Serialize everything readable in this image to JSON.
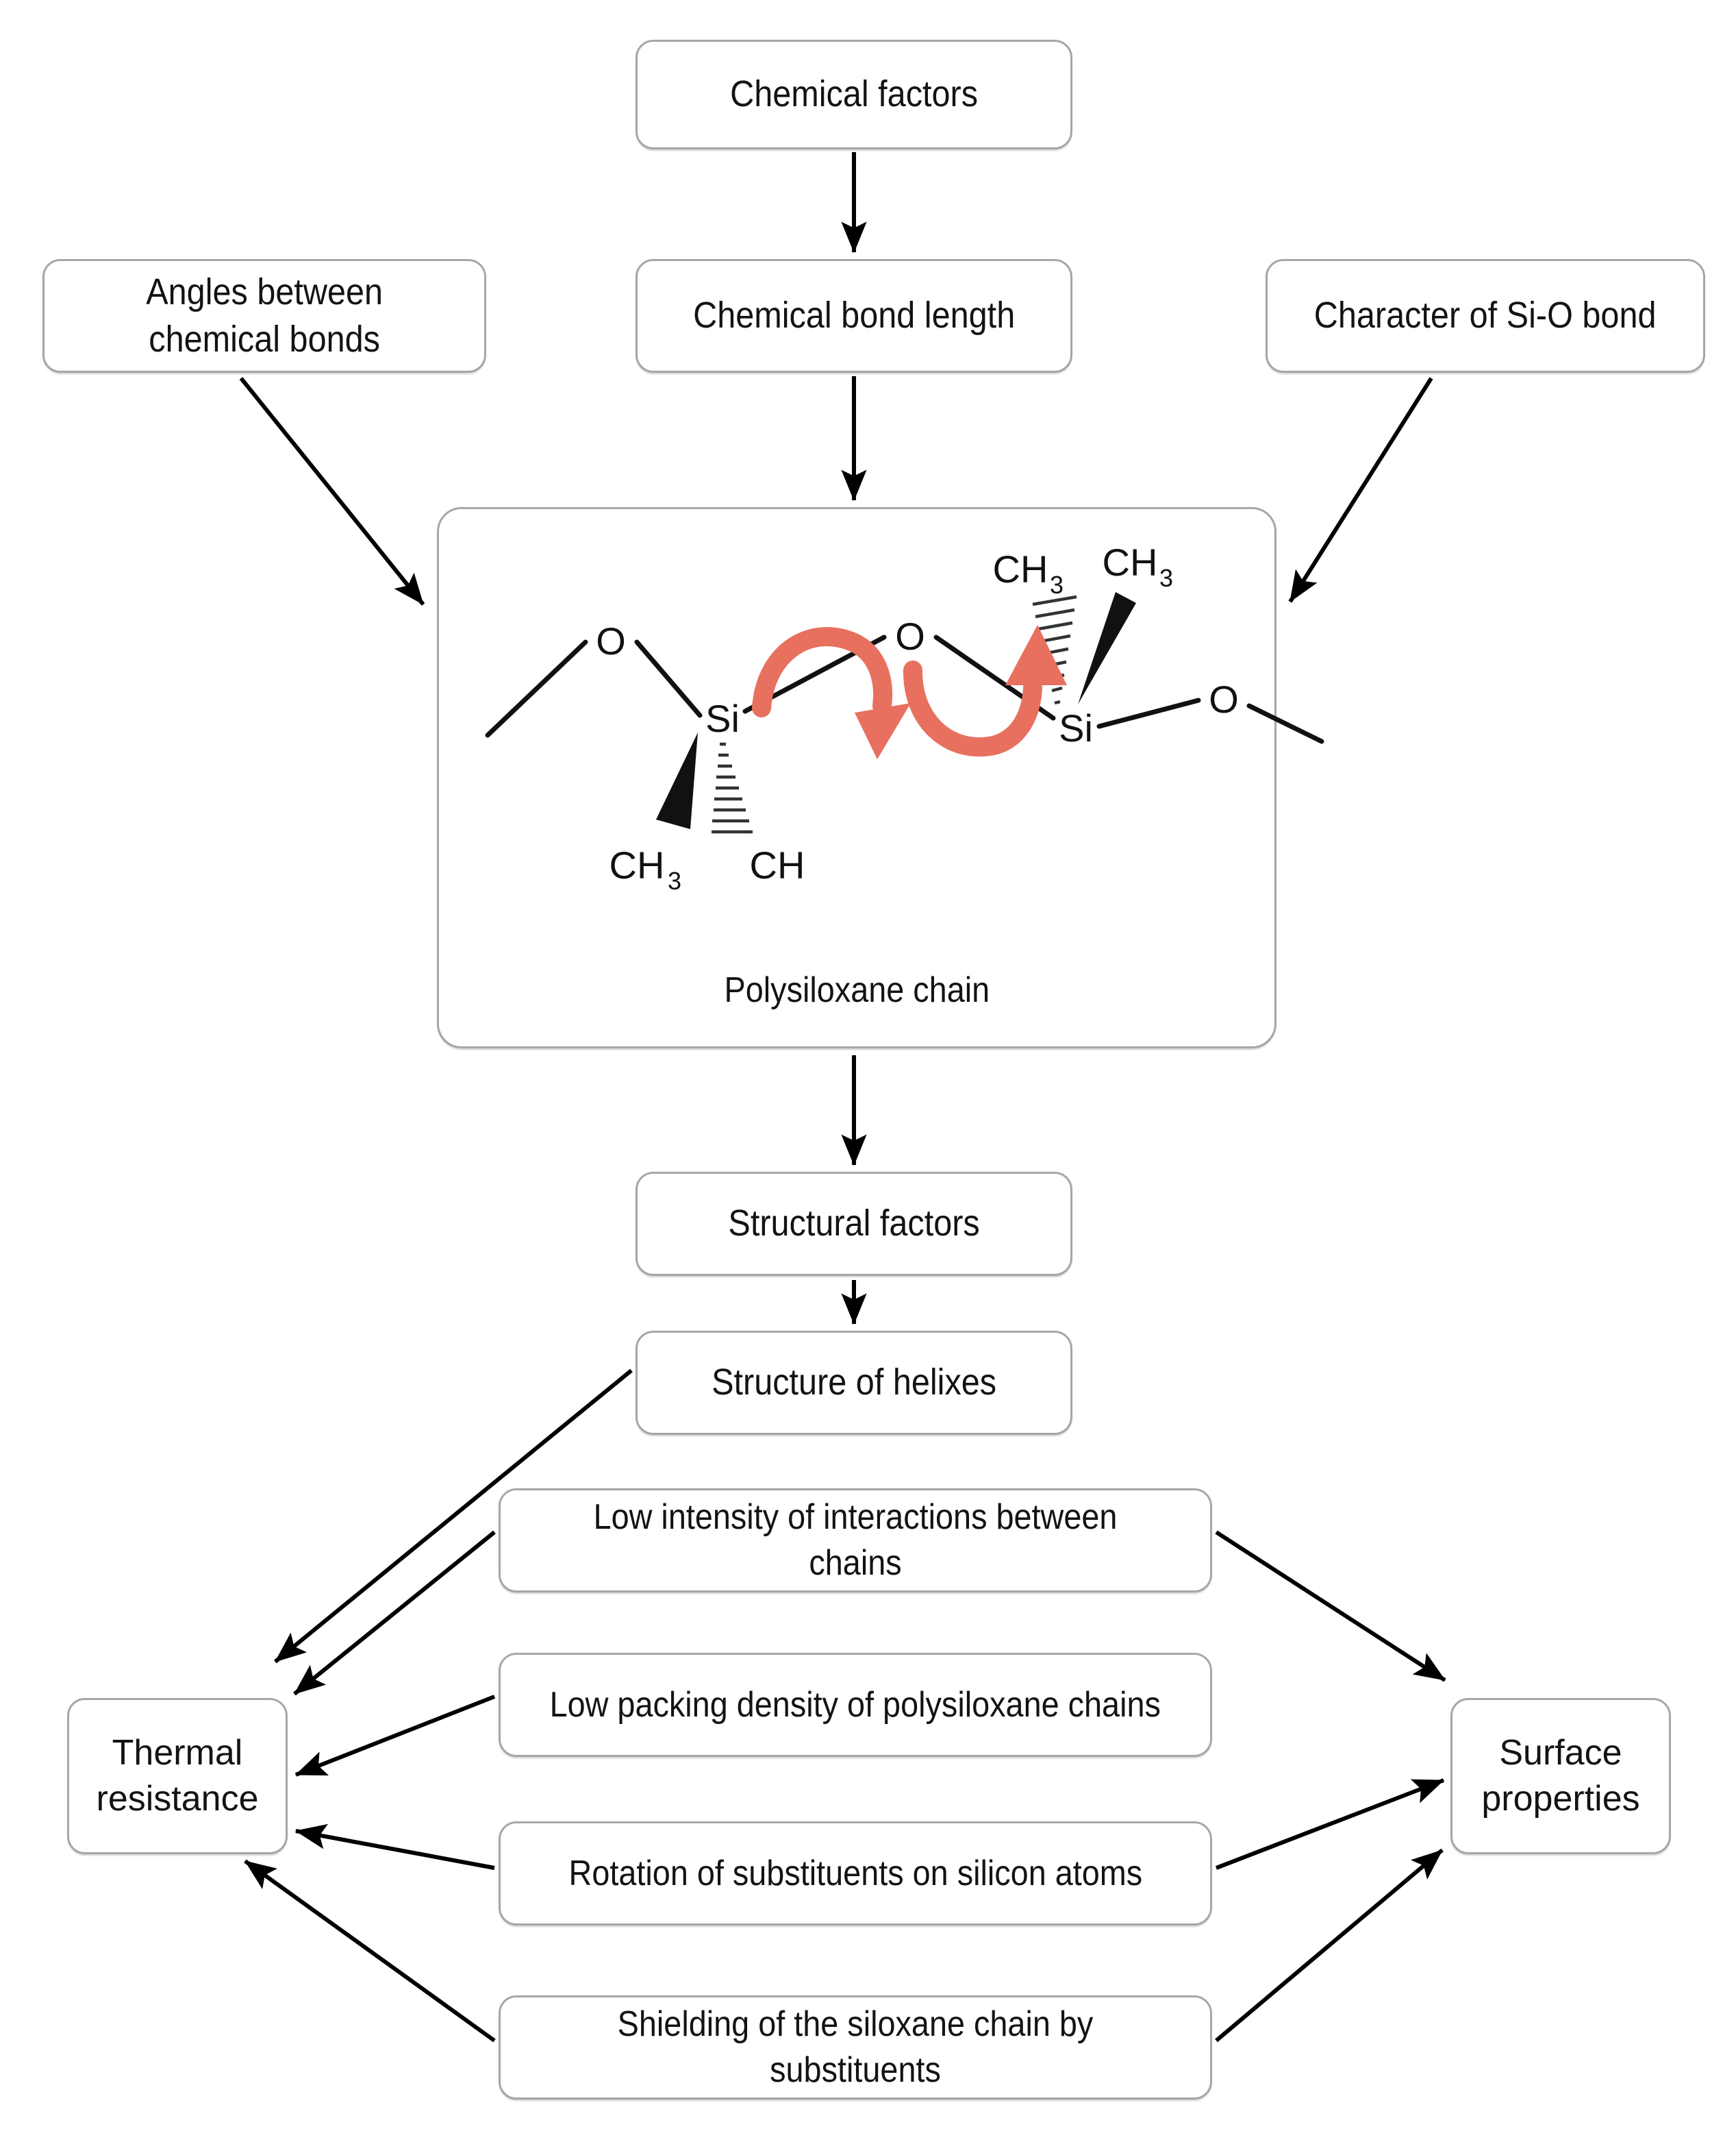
{
  "diagram": {
    "title_node": "Chemical factors",
    "colors": {
      "box_border": "#a6a6a6",
      "arrow": "#000000",
      "rotation_arrow_red": "#e8705f",
      "text": "#131313",
      "background": "#ffffff"
    }
  },
  "nodes": {
    "chemical_factors": "Chemical factors",
    "angles_between_chemical_bonds": "Angles between\nchemical bonds",
    "chemical_bond_length": "Chemical bond length",
    "character_of_si_o_bond": "Character of Si-O bond",
    "polysiloxane_chain": "Polysiloxane chain",
    "structural_factors": "Structural factors",
    "structure_of_helixes": "Structure of helixes",
    "low_intensity": "Low intensity of interactions between chains",
    "low_packing_density": "Low packing density of polysiloxane chains",
    "rotation_of_substituents": "Rotation of substituents on silicon atoms",
    "shielding_of_chain": "Shielding of the siloxane chain by substituents",
    "thermal_resistance": "Thermal\nresistance",
    "surface_properties": "Surface\nproperties"
  },
  "molecule": {
    "atom_labels": {
      "o_left": "O",
      "o_middle": "O",
      "o_right": "O",
      "si_left": "Si",
      "si_right": "Si"
    },
    "substituent_labels": {
      "si_left_wedge": "CH",
      "si_left_wedge_sub": "3",
      "si_left_hash": "CH",
      "si_right_hash": "CH",
      "si_right_hash_sub": "3",
      "si_right_wedge": "CH",
      "si_right_wedge_sub": "3"
    },
    "rotation_arrows": [
      {
        "name": "rotation-arrow-left",
        "direction": "clockwise-down"
      },
      {
        "name": "rotation-arrow-right",
        "direction": "counterclockwise-up"
      }
    ]
  },
  "edges": [
    {
      "from": "chemical_factors",
      "to": "chemical_bond_length"
    },
    {
      "from": "chemical_bond_length",
      "to": "polysiloxane_chain"
    },
    {
      "from": "angles_between_chemical_bonds",
      "to": "polysiloxane_chain"
    },
    {
      "from": "character_of_si_o_bond",
      "to": "polysiloxane_chain"
    },
    {
      "from": "polysiloxane_chain",
      "to": "structural_factors"
    },
    {
      "from": "structural_factors",
      "to": "structure_of_helixes"
    },
    {
      "from": "structure_of_helixes",
      "to": "thermal_resistance"
    },
    {
      "from": "low_intensity",
      "to": "thermal_resistance"
    },
    {
      "from": "low_intensity",
      "to": "surface_properties"
    },
    {
      "from": "low_packing_density",
      "to": "thermal_resistance"
    },
    {
      "from": "rotation_of_substituents",
      "to": "thermal_resistance"
    },
    {
      "from": "rotation_of_substituents",
      "to": "surface_properties"
    },
    {
      "from": "shielding_of_chain",
      "to": "thermal_resistance"
    },
    {
      "from": "shielding_of_chain",
      "to": "surface_properties"
    }
  ]
}
